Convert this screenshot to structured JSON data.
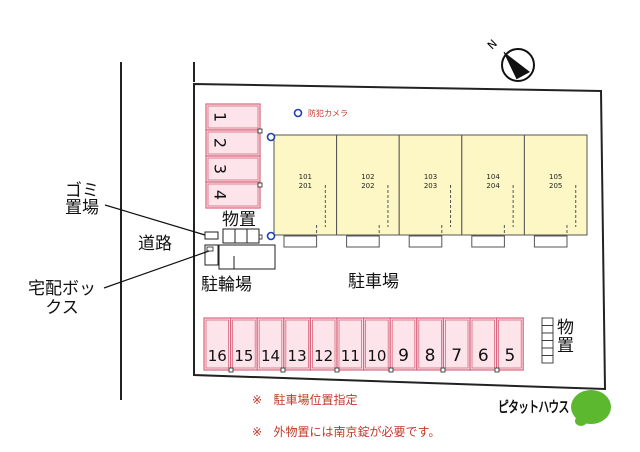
{
  "compass": {
    "label": "N"
  },
  "security_camera": {
    "label": "防犯カメラ"
  },
  "labels": {
    "garbage": "ゴミ置場",
    "road": "道路",
    "delivery_box": "宅配ボックス",
    "storage_top": "物置",
    "bicycle_parking": "駐輪場",
    "parking": "駐車場",
    "storage_right": "物置"
  },
  "units": [
    {
      "upper": "101",
      "lower": "201"
    },
    {
      "upper": "102",
      "lower": "202"
    },
    {
      "upper": "103",
      "lower": "203"
    },
    {
      "upper": "104",
      "lower": "204"
    },
    {
      "upper": "105",
      "lower": "205"
    }
  ],
  "left_parking": [
    "1",
    "2",
    "3",
    "4"
  ],
  "bottom_parking": [
    "16",
    "15",
    "14",
    "13",
    "12",
    "11",
    "10",
    "9",
    "8",
    "7",
    "6",
    "5"
  ],
  "notes": {
    "mark": "※",
    "line1": "駐車場位置指定",
    "line2": "外物置には南京錠が必要です。"
  },
  "logo": {
    "text": "ピタットハウス"
  },
  "colors": {
    "building": "#fcf7c5",
    "parking_fill": "#fde3ea",
    "parking_stroke": "#d9667d",
    "logo_green": "#5cb82e",
    "note_red": "#c0392b",
    "camera_blue": "#1f3fb0"
  }
}
